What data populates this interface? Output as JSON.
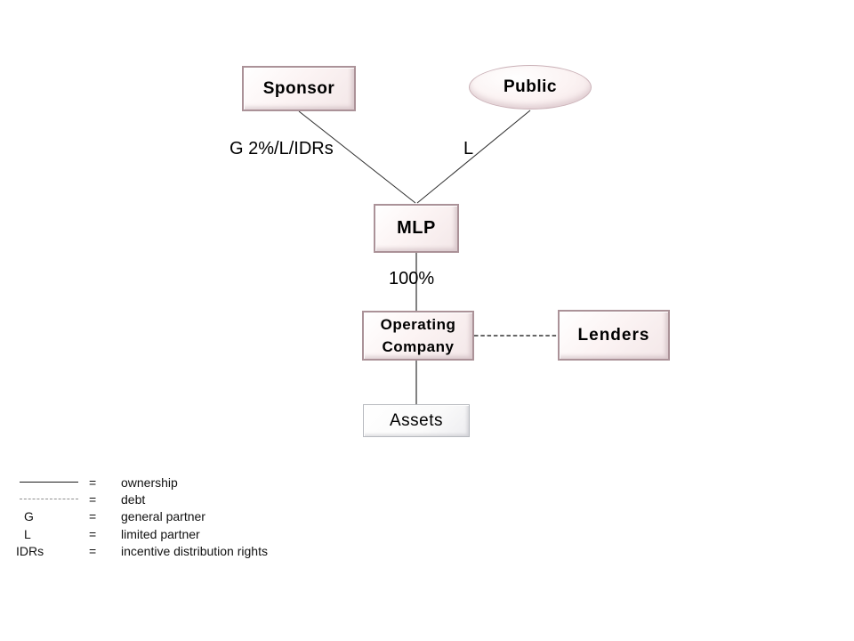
{
  "diagram": {
    "nodes": {
      "sponsor": {
        "label": "Sponsor"
      },
      "public": {
        "label": "Public"
      },
      "mlp": {
        "label": "MLP"
      },
      "operating_company": {
        "label_line1": "Operating",
        "label_line2": "Company"
      },
      "lenders": {
        "label": "Lenders"
      },
      "assets": {
        "label": "Assets"
      }
    },
    "edge_labels": {
      "sponsor_to_mlp": "G 2%/L/IDRs",
      "public_to_mlp": "L",
      "mlp_to_operating": "100%"
    },
    "legend": {
      "rows": [
        {
          "symbol": "",
          "eq": "=",
          "desc": "ownership"
        },
        {
          "symbol": "",
          "eq": "=",
          "desc": "debt"
        },
        {
          "symbol": "G",
          "eq": "=",
          "desc": "general partner"
        },
        {
          "symbol": "L",
          "eq": "=",
          "desc": "limited partner"
        },
        {
          "symbol": "IDRs",
          "eq": "=",
          "desc": "incentive distribution rights"
        }
      ]
    },
    "colors": {
      "node_fill": "#faf1f1",
      "node_border": "#ab9298",
      "assets_border": "#b7babf",
      "connector": "#2e2e2e"
    }
  }
}
